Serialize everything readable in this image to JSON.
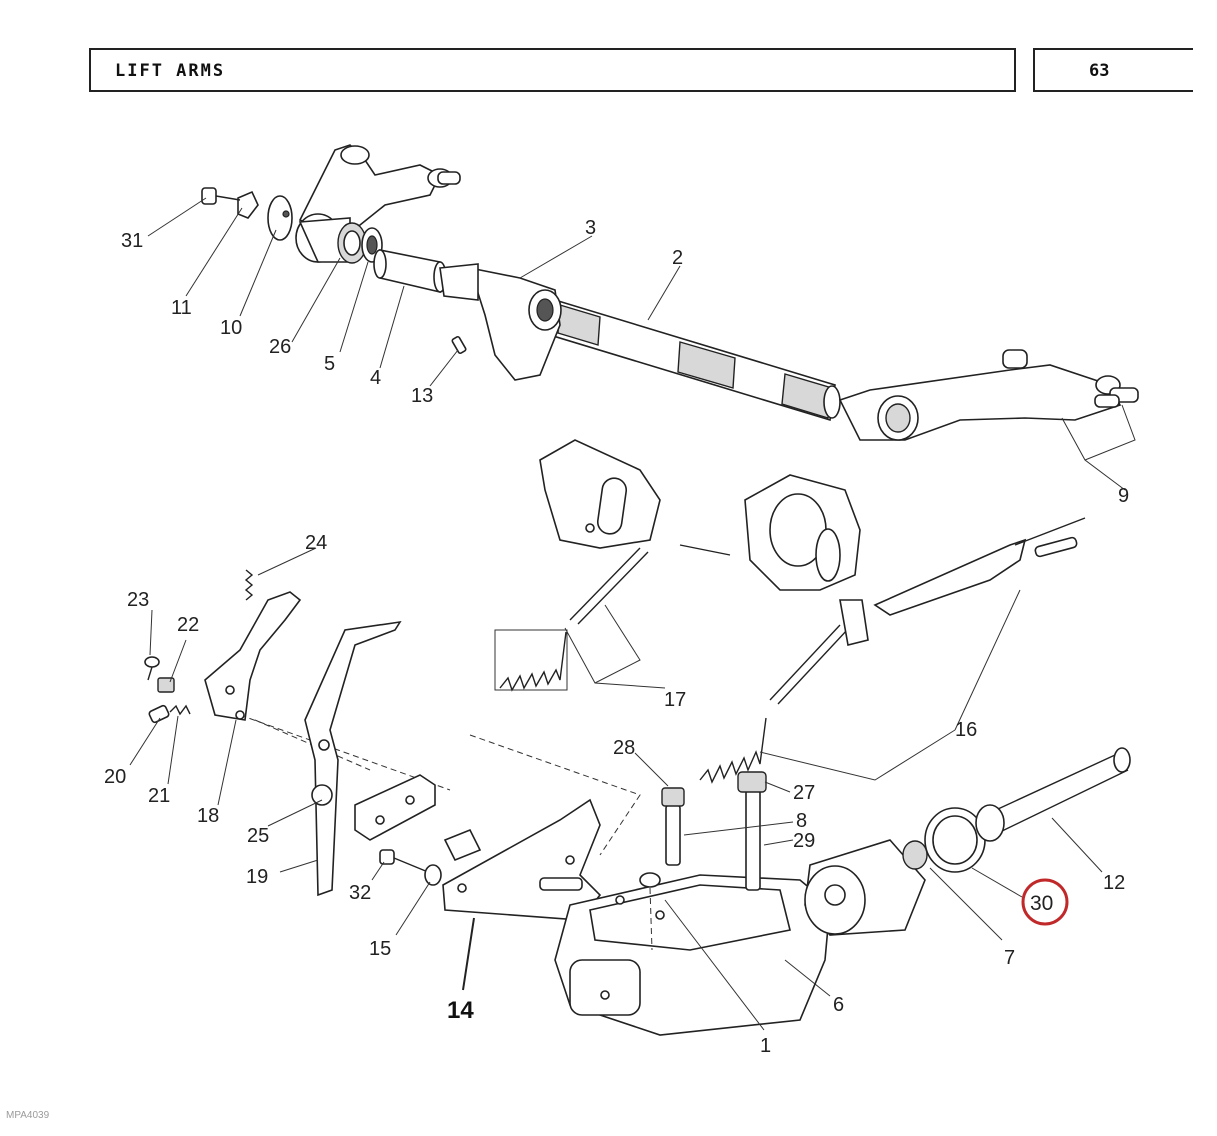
{
  "header": {
    "title": "LIFT ARMS",
    "page_number": "63"
  },
  "diagram": {
    "highlight_color": "#c0282a",
    "part_labels": {
      "p1": "1",
      "p2": "2",
      "p3": "3",
      "p4": "4",
      "p5": "5",
      "p6": "6",
      "p7": "7",
      "p8": "8",
      "p9": "9",
      "p10": "10",
      "p11": "11",
      "p12": "12",
      "p13": "13",
      "p14": "14",
      "p15": "15",
      "p16": "16",
      "p17": "17",
      "p18": "18",
      "p19": "19",
      "p20": "20",
      "p21": "21",
      "p22": "22",
      "p23": "23",
      "p24": "24",
      "p25": "25",
      "p26": "26",
      "p27": "27",
      "p28": "28",
      "p29": "29",
      "p30": "30",
      "p31": "31",
      "p32": "32"
    },
    "highlighted_part": "30"
  },
  "footer": {
    "code": "MPA4039"
  }
}
